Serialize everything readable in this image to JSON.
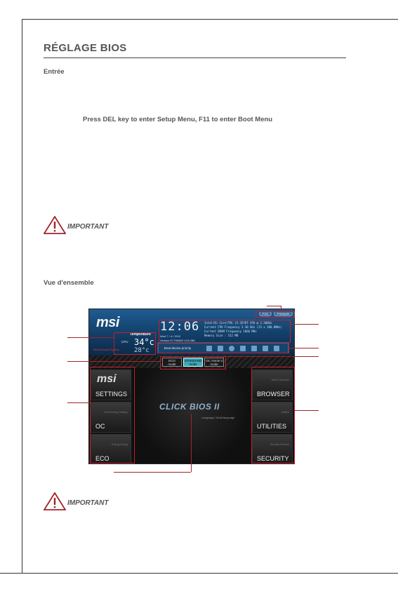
{
  "section_title": "RÉGLAGE BIOS",
  "sub_entree": "Entrée",
  "press_line": "Press DEL key to enter Setup Menu, F11 to enter Boot Menu",
  "important_label": "IMPORTANT",
  "sub_vue": "Vue d'ensemble",
  "bios": {
    "top_pills": [
      "F12",
      "Français"
    ],
    "logo": "msi",
    "temperature_title": "Temperature",
    "cpu_label": "CPU",
    "cpu_value": "34°c",
    "mb_label": "Motherboard System",
    "mb_value": "28°c",
    "clock": "12:06",
    "date_line": "Wed 7 / 4 / 2012",
    "version_line": "Version E7750IMS V13.0B6",
    "info_lines": [
      "Intel(R) Core(TM) i5-3570T CPU @ 2.30GHz",
      "Current CPU Frequency 2.30 GHz (23 x 100.0MHz)",
      "Current DRAM Frequency 1066 MHz",
      "Memory Size : 512 MB"
    ],
    "boot_label": "Boot device priority",
    "modes": [
      {
        "line1": "ECO",
        "line2": "mode"
      },
      {
        "line1": "STANDARD",
        "line2": "mode"
      },
      {
        "line1": "OC Genie II",
        "line2": "mode"
      }
    ],
    "left_tiles": [
      "SETTINGS",
      "OC",
      "ECO"
    ],
    "left_tile_small": [
      "",
      "Overclocking Settings",
      "Energy Saving"
    ],
    "right_tiles": [
      "BROWSER",
      "UTILITIES",
      "SECURITY"
    ],
    "right_tile_small": [
      "Winki 3 Browser",
      "Utilities",
      "Security Function"
    ],
    "center_title": "CLICK BIOS II",
    "center_language": "Language / Multi-language"
  }
}
